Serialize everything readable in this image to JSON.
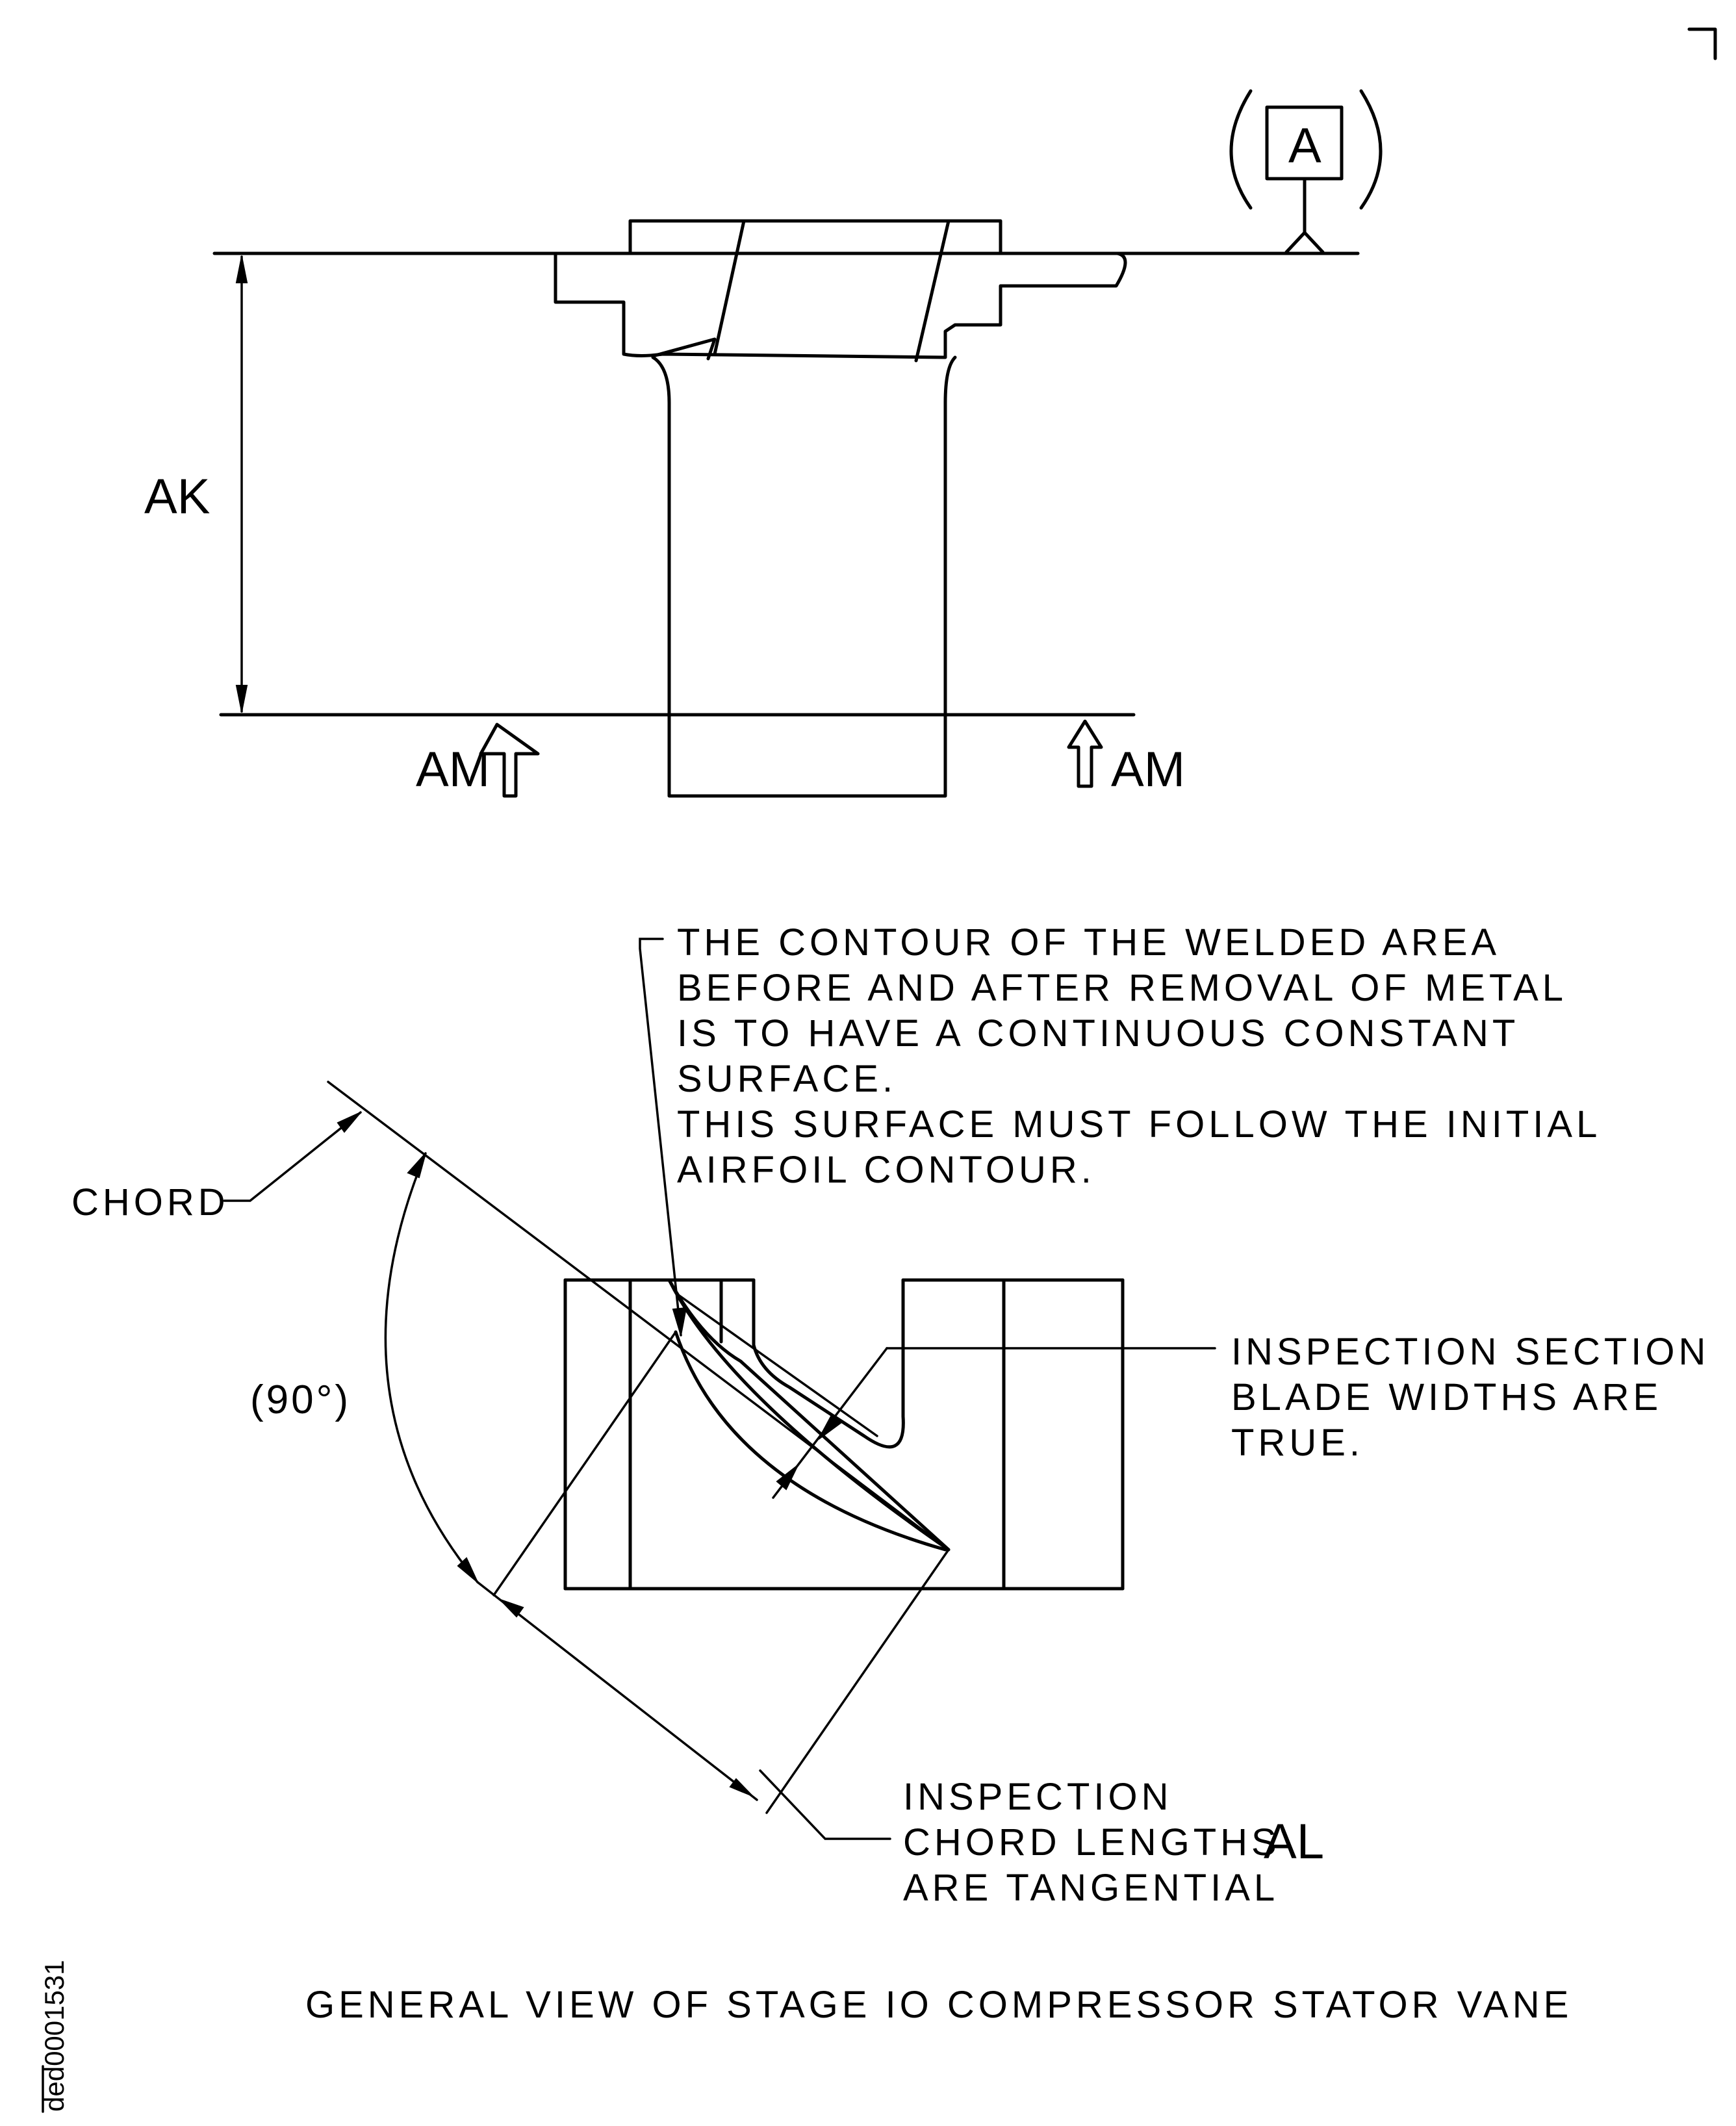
{
  "labels": {
    "datum": "A",
    "height_dim": "AK",
    "section_left": "AM",
    "section_right": "AM",
    "chord": "CHORD",
    "angle": "(90°)",
    "chord_length_ref": "AL"
  },
  "notes": {
    "weld_contour": [
      "THE CONTOUR OF THE WELDED AREA",
      "BEFORE AND AFTER REMOVAL OF METAL",
      "IS TO HAVE A CONTINUOUS CONSTANT",
      "SURFACE.",
      "THIS SURFACE MUST FOLLOW THE INITIAL",
      "AIRFOIL CONTOUR."
    ],
    "inspection_section": [
      "INSPECTION SECTION",
      "BLADE WIDTHS ARE",
      "TRUE."
    ],
    "inspection_chord": [
      "INSPECTION",
      "CHORD LENGTHS",
      "ARE TANGENTIAL"
    ]
  },
  "caption": "GENERAL VIEW OF STAGE IO COMPRESSOR STATOR VANE",
  "figure_id": "ded0001531"
}
